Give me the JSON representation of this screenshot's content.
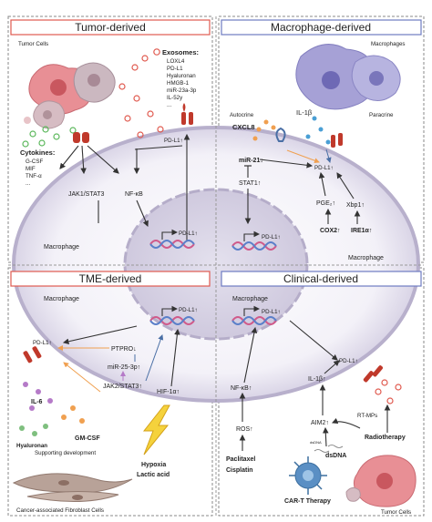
{
  "panels": {
    "tumor": {
      "title": "Tumor-derived",
      "color": "#e05a4f"
    },
    "macrophage": {
      "title": "Macrophage-derived",
      "color": "#6d7bc2"
    },
    "tme": {
      "title": "TME-derived",
      "color": "#e05a4f"
    },
    "clinical": {
      "title": "Clinical-derived",
      "color": "#6d7bc2"
    }
  },
  "tumor_panel": {
    "tumor_cells": "Tumor Cells",
    "exosomes_title": "Exosomes:",
    "exosomes": [
      "LOXL4",
      "PD-L1",
      "Hyaluronan",
      "HMGB-1",
      "miR-23a-3p",
      "IL-52y",
      "..."
    ],
    "cytokines_title": "Cytokines:",
    "cytokines": [
      "G-CSF",
      "MIF",
      "TNF-α",
      "..."
    ],
    "jak": "JAK1/STAT3",
    "nfkb": "NF-κB",
    "pdl1_membrane": "PD-L1↑",
    "pdl1_nucleus": "PD-L1↑",
    "macrophage": "Macrophage"
  },
  "macro_panel": {
    "macrophages": "Macrophages",
    "autocrine": "Autocrine",
    "cxcl8": "CXCL8",
    "il1b": "IL-1β",
    "paracrine": "Paracrine",
    "mir21": "miR-21↓",
    "stat1": "STAT1↑",
    "pdl1_membrane": "PD-L1↑",
    "pge2": "PGE₂↑",
    "xbp1": "Xbp1↑",
    "cox2": "COX2↑",
    "ire1a": "IRE1α↑",
    "pdl1_nucleus": "PD-L1↑",
    "macrophage": "Macrophage"
  },
  "tme_panel": {
    "macrophage": "Macrophage",
    "pdl1_nucleus": "PD-L1↑",
    "pdl1_membrane": "PD-L1↑",
    "ptpro": "PTPRO↓",
    "mir25": "miR-25-3p↑",
    "jak2": "JAK2/STAT3↑",
    "hif1a": "HIF-1α↑",
    "il6": "IL-6",
    "gmcsf": "GM-CSF",
    "hyaluronan": "Hyaluronan",
    "supporting": "Supporting development",
    "hypoxia": "Hypoxia",
    "lactic": "Lactic acid",
    "caf": "Cancer-associated Fibroblast Cells"
  },
  "clinical_panel": {
    "macrophage": "Macrophage",
    "pdl1_nucleus": "PD-L1↑",
    "pdl1_membrane": "PD-L1↑",
    "nfkb": "NF-κB↑",
    "il1b": "IL-1β↑",
    "aim2": "AIM2↑",
    "ros": "ROS↑",
    "rtmps": "RT-MPs",
    "radiotherapy": "Radiotherapy",
    "paclitaxel": "Paclitaxel",
    "cisplatin": "Cisplatin",
    "dsdna_small": "dsDNA",
    "dsdna": "dsDNA",
    "cart": "CAR-T Therapy",
    "tumor_cells": "Tumor Cells"
  }
}
